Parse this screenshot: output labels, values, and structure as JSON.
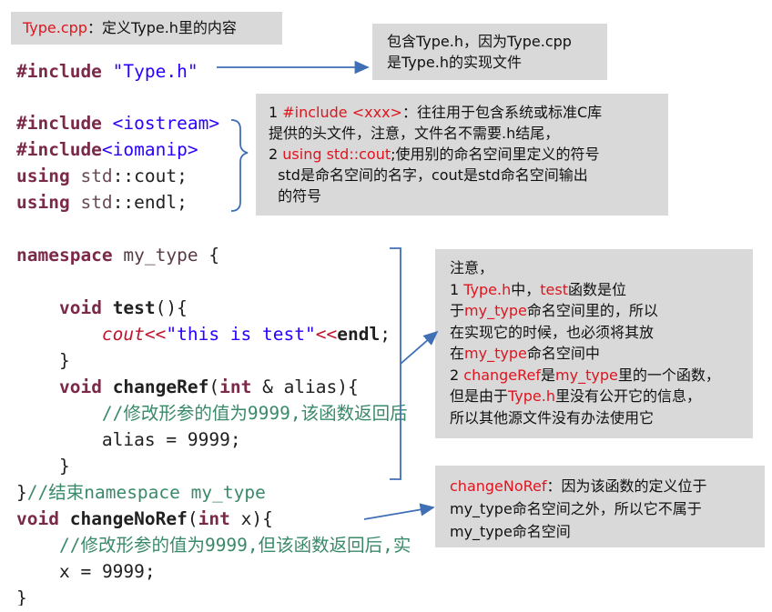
{
  "title_box": {
    "file": "Type.cpp",
    "rest": "：定义Type.h里的内容"
  },
  "note_include": {
    "line1": "包含Type.h，因为Type.cpp",
    "line2": "是Type.h的实现文件"
  },
  "note_headers": {
    "l1_num": "1 ",
    "l1_red": "#include <xxx>",
    "l1_rest": "：往往用于包含系统或标准C库",
    "l2": "提供的头文件，注意，文件名不需要.h结尾，",
    "l3_num": "2 ",
    "l3_red": "using std::cout",
    "l3_rest": ";使用别的命名空间里定义的符号",
    "l4": "  std是命名空间的名字，cout是std命名空间输出",
    "l5": "  的符号"
  },
  "note_namespace": {
    "l1": "注意，",
    "l2_num": "1 ",
    "l2_red": "Type.h",
    "l2_mid": "中，",
    "l2_red2": "test",
    "l2_rest": "函数是位",
    "l3_a": "于",
    "l3_red": "my_type",
    "l3_rest": "命名空间里的，所以",
    "l4": "在实现它的时候，也必须将其放",
    "l5_a": "在",
    "l5_red": "my_type",
    "l5_rest": "命名空间中",
    "l6_num": "2 ",
    "l6_red": "changeRef",
    "l6_mid": "是",
    "l6_red2": "my_type",
    "l6_rest": "里的一个函数，",
    "l7_a": "但是由于",
    "l7_red": "Type.h",
    "l7_rest": "里没有公开它的信息，",
    "l8": "所以其他源文件没有办法使用它"
  },
  "note_nonref": {
    "l1_red": "changeNoRef",
    "l1_rest": "：因为该函数的定义位于",
    "l2": "my_type命名空间之外，所以它不属于",
    "l3": "my_type命名空间"
  },
  "code": {
    "include_kw": "#include",
    "include_file": "\"Type.h\"",
    "inc2_file": "<iostream>",
    "inc3_file": "<iomanip>",
    "using": "using",
    "std": "std",
    "sep": "::",
    "cout": "cout",
    "endl": "endl",
    "semi": ";",
    "namespace_kw": "namespace",
    "ns_name": "my_type",
    "brace_open": " {",
    "void": "void",
    "test_fn": "test",
    "test_sig": "(){",
    "cout_op": "<<",
    "test_str": "\"this is test\"",
    "close_brace": "}",
    "changeRef_fn": "changeRef",
    "paren_open": "(",
    "int": "int",
    "ref_param": " & alias){",
    "comment1": "//修改形参的值为9999,该函数返回后",
    "alias_assign": "alias = ",
    "nine": "9999",
    "end_ns_comment": "//结束namespace my_type",
    "changeNoRef_fn": "changeNoRef",
    "x_param": " x){",
    "comment2": "//修改形参的值为9999,但该函数返回后,实",
    "x_assign": "x = "
  }
}
